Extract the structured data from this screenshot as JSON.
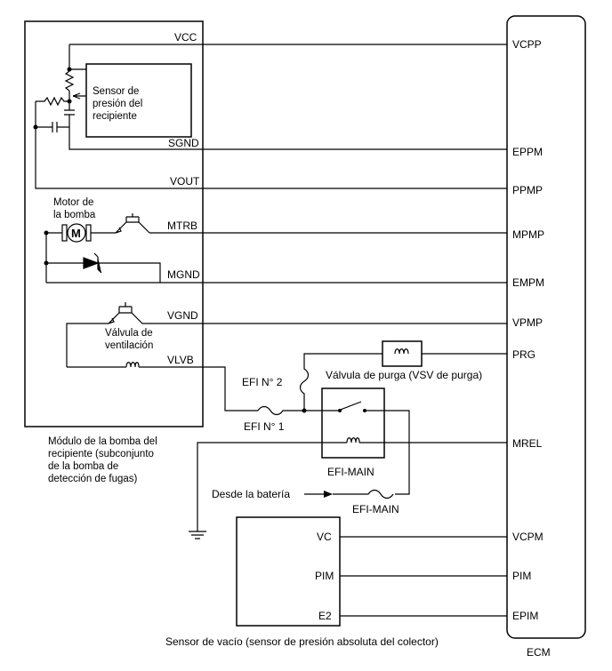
{
  "pump_module": {
    "caption": [
      "Módulo de la bomba del",
      "recipiente (subconjunto",
      "de la bomba de",
      "detección de fugas)"
    ],
    "sensor_label": [
      "Sensor de",
      "presión del",
      "recipiente"
    ],
    "motor_label": [
      "Motor de",
      "la bomba"
    ],
    "valve_label": [
      "Válvula de",
      "ventilación"
    ],
    "pins": {
      "vcc": "VCC",
      "sgnd": "SGND",
      "vout": "VOUT",
      "mtrb": "MTRB",
      "mgnd": "MGND",
      "vgnd": "VGND",
      "vlvb": "VLVB"
    }
  },
  "ecm": {
    "label": "ECM",
    "pins": {
      "vcpp": "VCPP",
      "eppm": "EPPM",
      "ppmp": "PPMP",
      "mpmp": "MPMP",
      "empm": "EMPM",
      "vpmp": "VPMP",
      "prg": "PRG",
      "mrel": "MREL",
      "vcpm": "VCPM",
      "pim": "PIM",
      "epim": "EPIM"
    }
  },
  "fuses": {
    "efi2": "EFI N° 2",
    "efi1": "EFI N° 1",
    "efi_main_fuse": "EFI-MAIN"
  },
  "relay_label": "EFI-MAIN",
  "purge_valve_label": "Válvula de purga (VSV de purga)",
  "battery_label": "Desde la batería",
  "vacuum_sensor": {
    "caption": "Sensor de vacío (sensor de presión absoluta del colector)",
    "pins": {
      "vc": "VC",
      "pim": "PIM",
      "e2": "E2"
    }
  }
}
